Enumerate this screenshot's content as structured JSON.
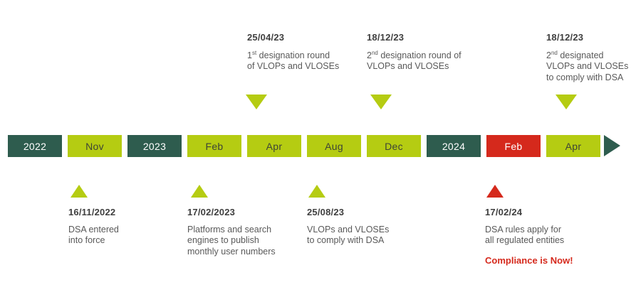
{
  "colors": {
    "background": "#ffffff",
    "dark_green": "#2e5c4e",
    "light_green": "#b5cc12",
    "red": "#d5291c",
    "date_text": "#3f3f3f",
    "body_text": "#595959",
    "segment_light_text": "#3d4436"
  },
  "timeline": {
    "segments": [
      {
        "label": "2022",
        "variant": "dark"
      },
      {
        "label": "Nov",
        "variant": "light"
      },
      {
        "label": "2023",
        "variant": "dark"
      },
      {
        "label": "Feb",
        "variant": "light"
      },
      {
        "label": "Apr",
        "variant": "light"
      },
      {
        "label": "Aug",
        "variant": "light"
      },
      {
        "label": "Dec",
        "variant": "light"
      },
      {
        "label": "2024",
        "variant": "dark"
      },
      {
        "label": "Feb",
        "variant": "red"
      },
      {
        "label": "Apr",
        "variant": "light"
      }
    ],
    "arrow_icon": "right-arrow"
  },
  "milestones_above": [
    {
      "date": "25/04/23",
      "ordinal_number": "1",
      "ordinal_suffix": "st",
      "line1_rest": " designation round",
      "lines": [
        "of VLOPs and VLOSEs"
      ],
      "marker": "triangle-down-light-green"
    },
    {
      "date": "18/12/23",
      "ordinal_number": "2",
      "ordinal_suffix": "nd",
      "line1_rest": " designation round of",
      "lines": [
        "VLOPs and VLOSEs"
      ],
      "marker": "triangle-down-light-green"
    },
    {
      "date": "18/12/23",
      "ordinal_number": "2",
      "ordinal_suffix": "nd",
      "line1_rest": " designated",
      "lines": [
        "VLOPs and VLOSEs",
        "to comply with DSA"
      ],
      "marker": "triangle-down-light-green"
    }
  ],
  "milestones_below": [
    {
      "date": "16/11/2022",
      "lines": [
        "DSA entered",
        "into force"
      ],
      "marker": "triangle-up-light-green"
    },
    {
      "date": "17/02/2023",
      "lines": [
        "Platforms and search",
        "engines to publish",
        "monthly user numbers"
      ],
      "marker": "triangle-up-light-green"
    },
    {
      "date": "25/08/23",
      "lines": [
        "VLOPs and VLOSEs",
        "to comply with DSA"
      ],
      "marker": "triangle-up-light-green"
    },
    {
      "date": "17/02/24",
      "lines": [
        "DSA rules apply for",
        "all regulated entities"
      ],
      "highlight": "Compliance is Now!",
      "marker": "triangle-up-red"
    }
  ]
}
